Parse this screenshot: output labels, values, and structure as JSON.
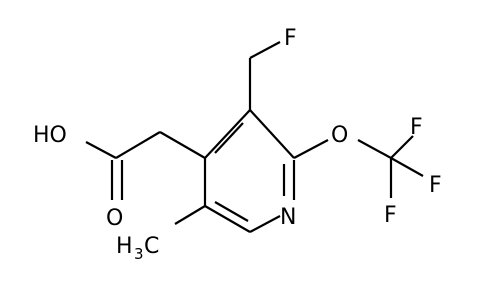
{
  "molecule": {
    "atoms": {
      "hydroxyl": "HO",
      "carbonyl_oxygen": "O",
      "fluoromethyl_fluorine": "F",
      "ether_oxygen": "O",
      "trifluoro_f_top": "F",
      "trifluoro_f_right": "F",
      "trifluoro_f_bottom": "F",
      "ring_nitrogen": "N",
      "methyl_h": "H",
      "methyl_h_count": "3",
      "methyl_c": "C"
    }
  }
}
